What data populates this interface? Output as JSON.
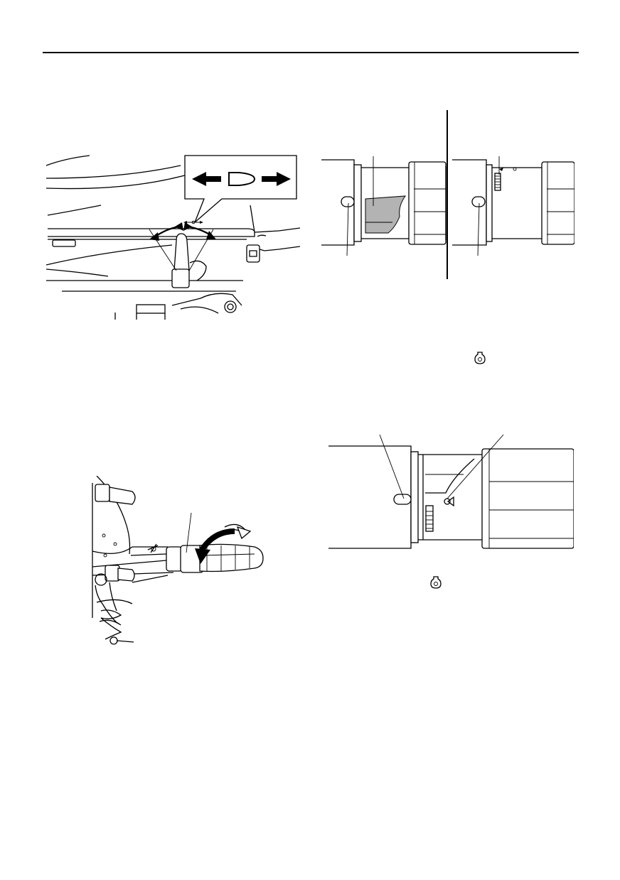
{
  "page": {
    "figures": [
      {
        "name": "steering-friction-adjuster-figure",
        "text": ""
      },
      {
        "name": "throttle-grip-indicator-figure",
        "text": ""
      },
      {
        "name": "throttle-grip-rotation-figure",
        "text": ""
      },
      {
        "name": "throttle-grip-start-position-figure",
        "text": ""
      }
    ],
    "icons": [
      "start-position-mark-icon",
      "start-position-mark-icon-small"
    ]
  }
}
